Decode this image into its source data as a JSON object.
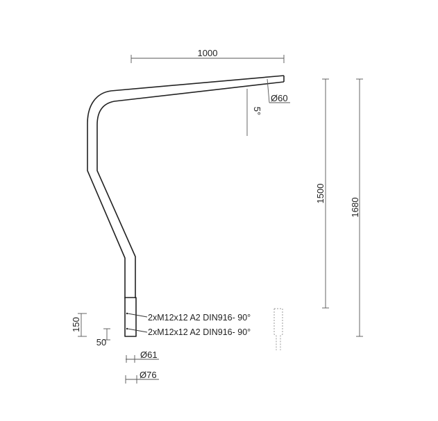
{
  "dimensions": {
    "top_width": "1000",
    "height_pipe": "1500",
    "height_total": "1680",
    "tube_diameter": "Ø60",
    "angle": "5°",
    "sleeve_length": "150",
    "hole_offset": "50",
    "inner_diameter": "Ø61",
    "outer_diameter": "Ø76"
  },
  "notes": {
    "screw_upper": "2xM12x12 A2 DIN916- 90°",
    "screw_lower": "2xM12x12 A2 DIN916- 90°"
  },
  "colors": {
    "line": "#222222",
    "dimension": "#555555",
    "background": "#ffffff"
  }
}
